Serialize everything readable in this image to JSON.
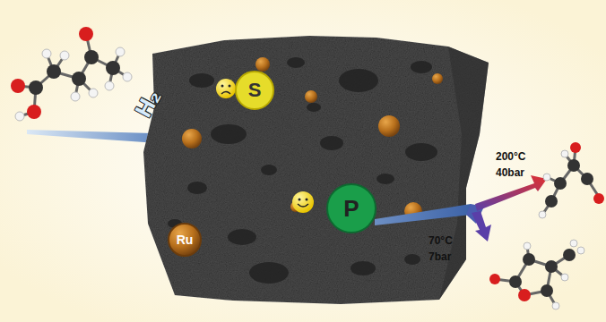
{
  "diagram": {
    "nodes": [
      {
        "text": [
          "S"
        ]
      },
      {
        "text": [
          "P"
        ]
      },
      {
        "text": [
          "Ru"
        ]
      }
    ],
    "labels": [
      "H₂",
      "200°C",
      "40bar",
      "70°C",
      "7bar"
    ]
  }
}
